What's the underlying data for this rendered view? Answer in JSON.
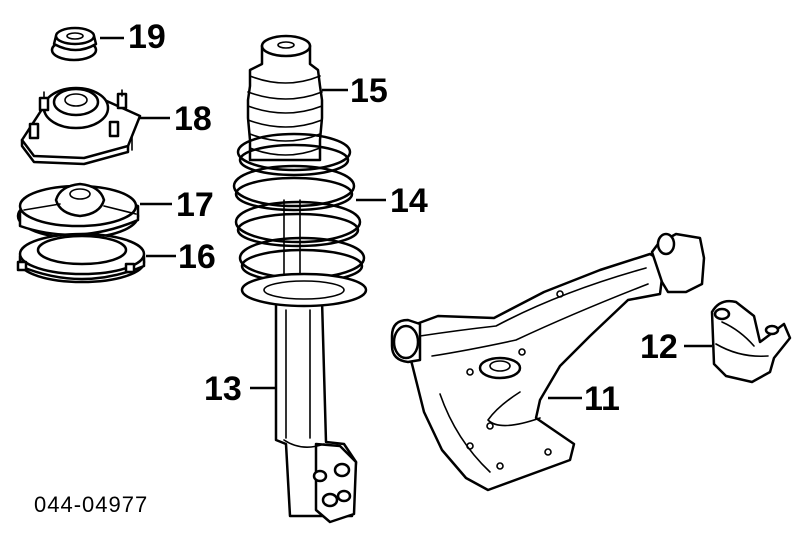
{
  "diagram_code": "044-04977",
  "parts": [
    {
      "id": "p19",
      "label": "19",
      "name": "bump-cap"
    },
    {
      "id": "p18",
      "label": "18",
      "name": "strut-mount"
    },
    {
      "id": "p17",
      "label": "17",
      "name": "spring-seat-upper"
    },
    {
      "id": "p16",
      "label": "16",
      "name": "spring-insulator"
    },
    {
      "id": "p15",
      "label": "15",
      "name": "bump-stop-boot"
    },
    {
      "id": "p14",
      "label": "14",
      "name": "coil-spring"
    },
    {
      "id": "p13",
      "label": "13",
      "name": "shock-strut"
    },
    {
      "id": "p12",
      "label": "12",
      "name": "bushing-bracket"
    },
    {
      "id": "p11",
      "label": "11",
      "name": "lower-control-arm"
    }
  ],
  "colors": {
    "ink": "#000000",
    "paper": "#ffffff"
  }
}
